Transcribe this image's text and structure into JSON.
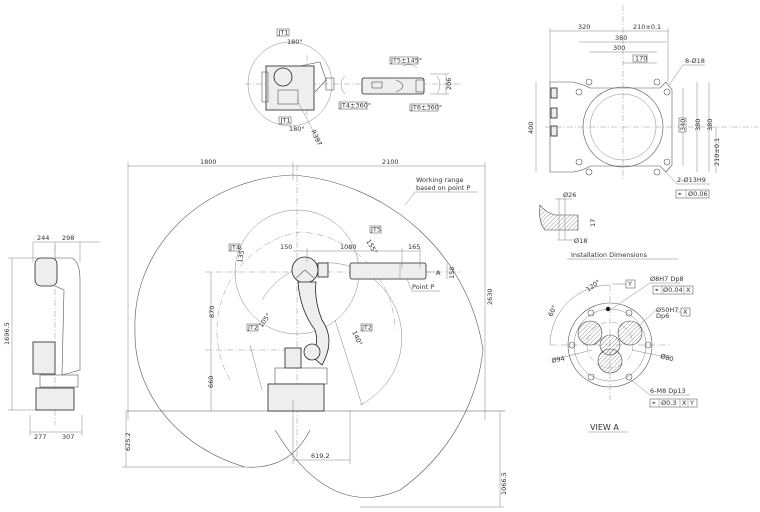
{
  "top_view": {
    "jt1_a": "JT1",
    "jt1_a_angle": "180°",
    "jt1_b": "JT1",
    "jt1_b_angle": "180°",
    "radius": "R397",
    "jt5": "JT5±145°",
    "jt4": "JT4±360°",
    "jt6": "JT6±360°",
    "width": "206"
  },
  "base_plate": {
    "d320": "320",
    "d210_top": "210±0.1",
    "d380_top": "380",
    "d300": "300",
    "d170": "170",
    "holes": "8-Ø18",
    "d400": "400",
    "d340": "340",
    "d380_v1": "380",
    "d380_v2": "380",
    "d210_side": "210±0.1",
    "pin_holes": "2-Ø13H9",
    "pin_tol": "Ø0.06",
    "d26": "Ø26",
    "d17": "17",
    "d18": "Ø18",
    "title": "Installation Dimensions"
  },
  "view_a": {
    "pin": "Ø8H7 Dp8",
    "pin_tol": "Ø0.04",
    "pin_ref": "X",
    "y_ref": "Y",
    "bore": "Ø50H7",
    "bore_depth": "Dp6",
    "bore_ref": "X",
    "angle120": "120°",
    "angle60": "60°",
    "d94": "Ø94",
    "d80": "Ø80",
    "tapped": "6-M8 Dp13",
    "tapped_tol": "Ø0.3",
    "tapped_ref1": "X",
    "tapped_ref2": "Y",
    "title": "VIEW  A"
  },
  "side_view": {
    "d1800": "1800",
    "d2100": "2100",
    "working_range_1": "Working range",
    "working_range_2": "based on point P",
    "jt5": "JT5",
    "jt4": "JT4",
    "a135": "135°",
    "a155": "155°",
    "d150": "150",
    "d1080": "1080",
    "d165": "165",
    "view_arrow": "A",
    "d158": "158",
    "point_p": "Point P",
    "d870": "870",
    "d660": "660",
    "jt2_left": "JT2",
    "a105": "105°",
    "jt2_right": "JT2",
    "a140": "140°",
    "d2630": "2630",
    "d625": "625.2",
    "d619": "619.2",
    "d1066": "1066.5"
  },
  "front_view": {
    "d244": "244",
    "d298": "298",
    "d1696": "1696.5",
    "d277": "277",
    "d307": "307"
  }
}
